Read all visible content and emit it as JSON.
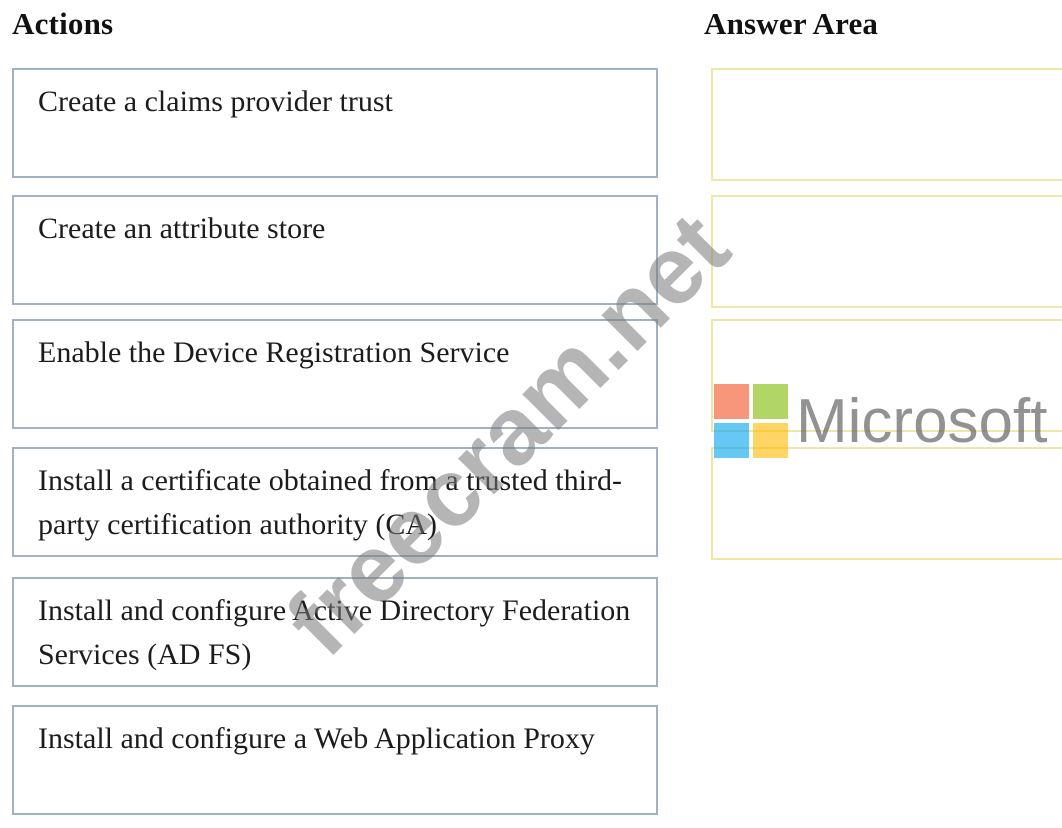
{
  "headings": {
    "actions": "Actions",
    "answer_area": "Answer Area"
  },
  "actions": [
    {
      "label": "Create a claims provider trust"
    },
    {
      "label": "Create an attribute store"
    },
    {
      "label": "Enable the Device Registration Service"
    },
    {
      "label": "Install a certificate obtained from a trusted third-party certification authority (CA)"
    },
    {
      "label": "Install and configure Active Directory Federation Services (AD FS)"
    },
    {
      "label": "Install and configure a Web Application Proxy"
    }
  ],
  "answer_slots": [
    {
      "label": ""
    },
    {
      "label": ""
    },
    {
      "label": ""
    },
    {
      "label": ""
    }
  ],
  "watermark": {
    "site": "freecram.net",
    "brand": "Microsoft",
    "logo_colors": [
      "#f25022",
      "#7fba00",
      "#00a4ef",
      "#ffb900"
    ]
  },
  "colors": {
    "action_border": "#9fb1c4",
    "answer_border": "#efe7a6"
  }
}
